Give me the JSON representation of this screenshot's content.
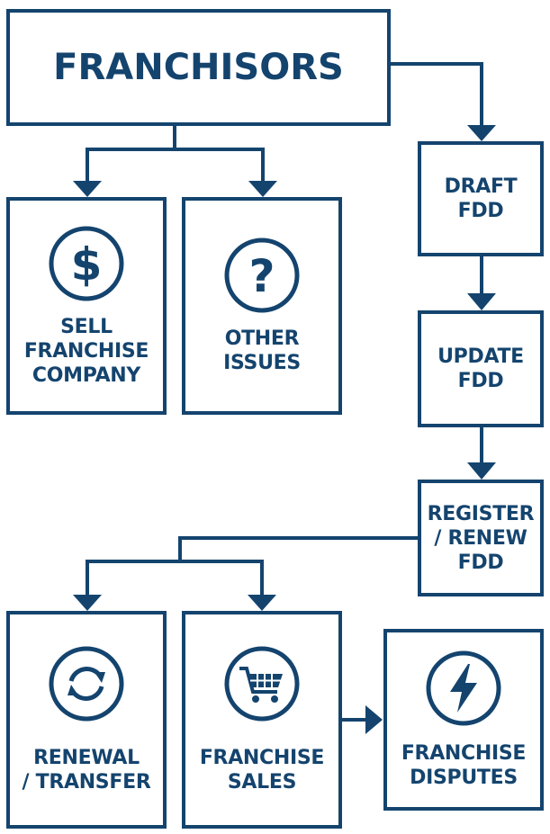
{
  "colors": {
    "primary": "#14446e",
    "background": "#ffffff"
  },
  "nodes": {
    "franchisors": {
      "title": "FRANCHISORS"
    },
    "sell": {
      "icon": "dollar-icon",
      "lines": [
        "SELL",
        "FRANCHISE",
        "COMPANY"
      ]
    },
    "other": {
      "icon": "question-icon",
      "lines": [
        "OTHER",
        "ISSUES"
      ]
    },
    "draft": {
      "lines": [
        "DRAFT",
        "FDD"
      ]
    },
    "update": {
      "lines": [
        "UPDATE",
        "FDD"
      ]
    },
    "register": {
      "lines": [
        "REGISTER",
        "/ RENEW",
        "FDD"
      ]
    },
    "renewal": {
      "icon": "refresh-icon",
      "lines": [
        "RENEWAL",
        "/ TRANSFER"
      ]
    },
    "sales": {
      "icon": "shopping-cart-icon",
      "lines": [
        "FRANCHISE",
        "SALES"
      ]
    },
    "disputes": {
      "icon": "lightning-bolt-icon",
      "lines": [
        "FRANCHISE",
        "DISPUTES"
      ]
    }
  }
}
